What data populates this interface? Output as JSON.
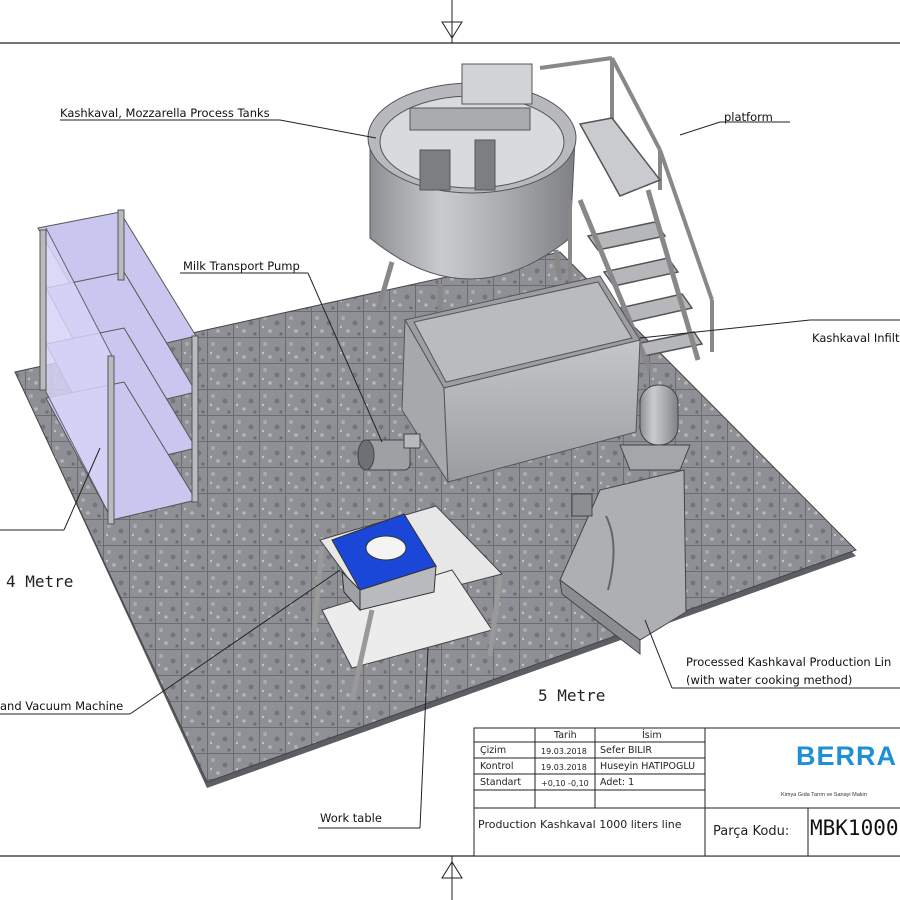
{
  "labels": {
    "process_tanks": "Kashkaval, Mozzarella Process Tanks",
    "platform": "platform",
    "milk_pump": "Milk Transport Pump",
    "infiltration": "Kashkaval Infilt",
    "production_line_1": "Processed Kashkaval Production Lin",
    "production_line_2": "(with water cooking method)",
    "vacuum_machine": "and Vacuum Machine",
    "work_table": "Work table"
  },
  "dimensions": {
    "width_label": "4 Metre",
    "length_label": "5 Metre"
  },
  "title_block": {
    "header_date": "Tarih",
    "header_name": "İsim",
    "rows": [
      {
        "label": "Çizim",
        "date": "19.03.2018",
        "name": "Sefer BILIR"
      },
      {
        "label": "Kontrol",
        "date": "19.03.2018",
        "name": "Huseyin HATIPOGLU"
      },
      {
        "label": "Standart",
        "date": "+0,10  -0,10",
        "name": "Adet: 1"
      }
    ],
    "description": "Production Kashkaval 1000 liters line",
    "part_code_label": "Parça Kodu:",
    "part_code": "MBK1000",
    "logo": "BERRA",
    "tagline": "Kimya Gıda Tarım ve Sanayi Makin"
  }
}
